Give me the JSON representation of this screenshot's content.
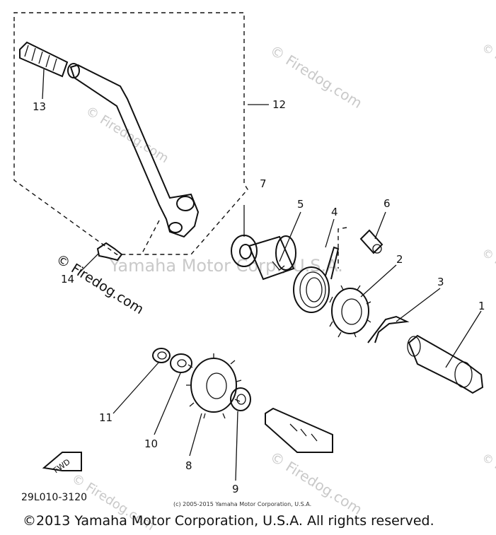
{
  "callouts": {
    "c1": "1",
    "c2": "2",
    "c3": "3",
    "c4": "4",
    "c5": "5",
    "c6": "6",
    "c7": "7",
    "c8": "8",
    "c9": "9",
    "c10": "10",
    "c11": "11",
    "c12": "12",
    "c13": "13",
    "c14": "14"
  },
  "watermarks": {
    "firedog": "© Firedog.com",
    "yamaha": "Yamaha Motor Corp., U.S.A."
  },
  "fwd_label": "FWD",
  "diagram_code": "29L010-3120",
  "small_copyright": "(c) 2005-2015 Yamaha Motor Corporation, U.S.A.",
  "copyright": "©2013 Yamaha Motor Corporation, U.S.A. All rights reserved."
}
